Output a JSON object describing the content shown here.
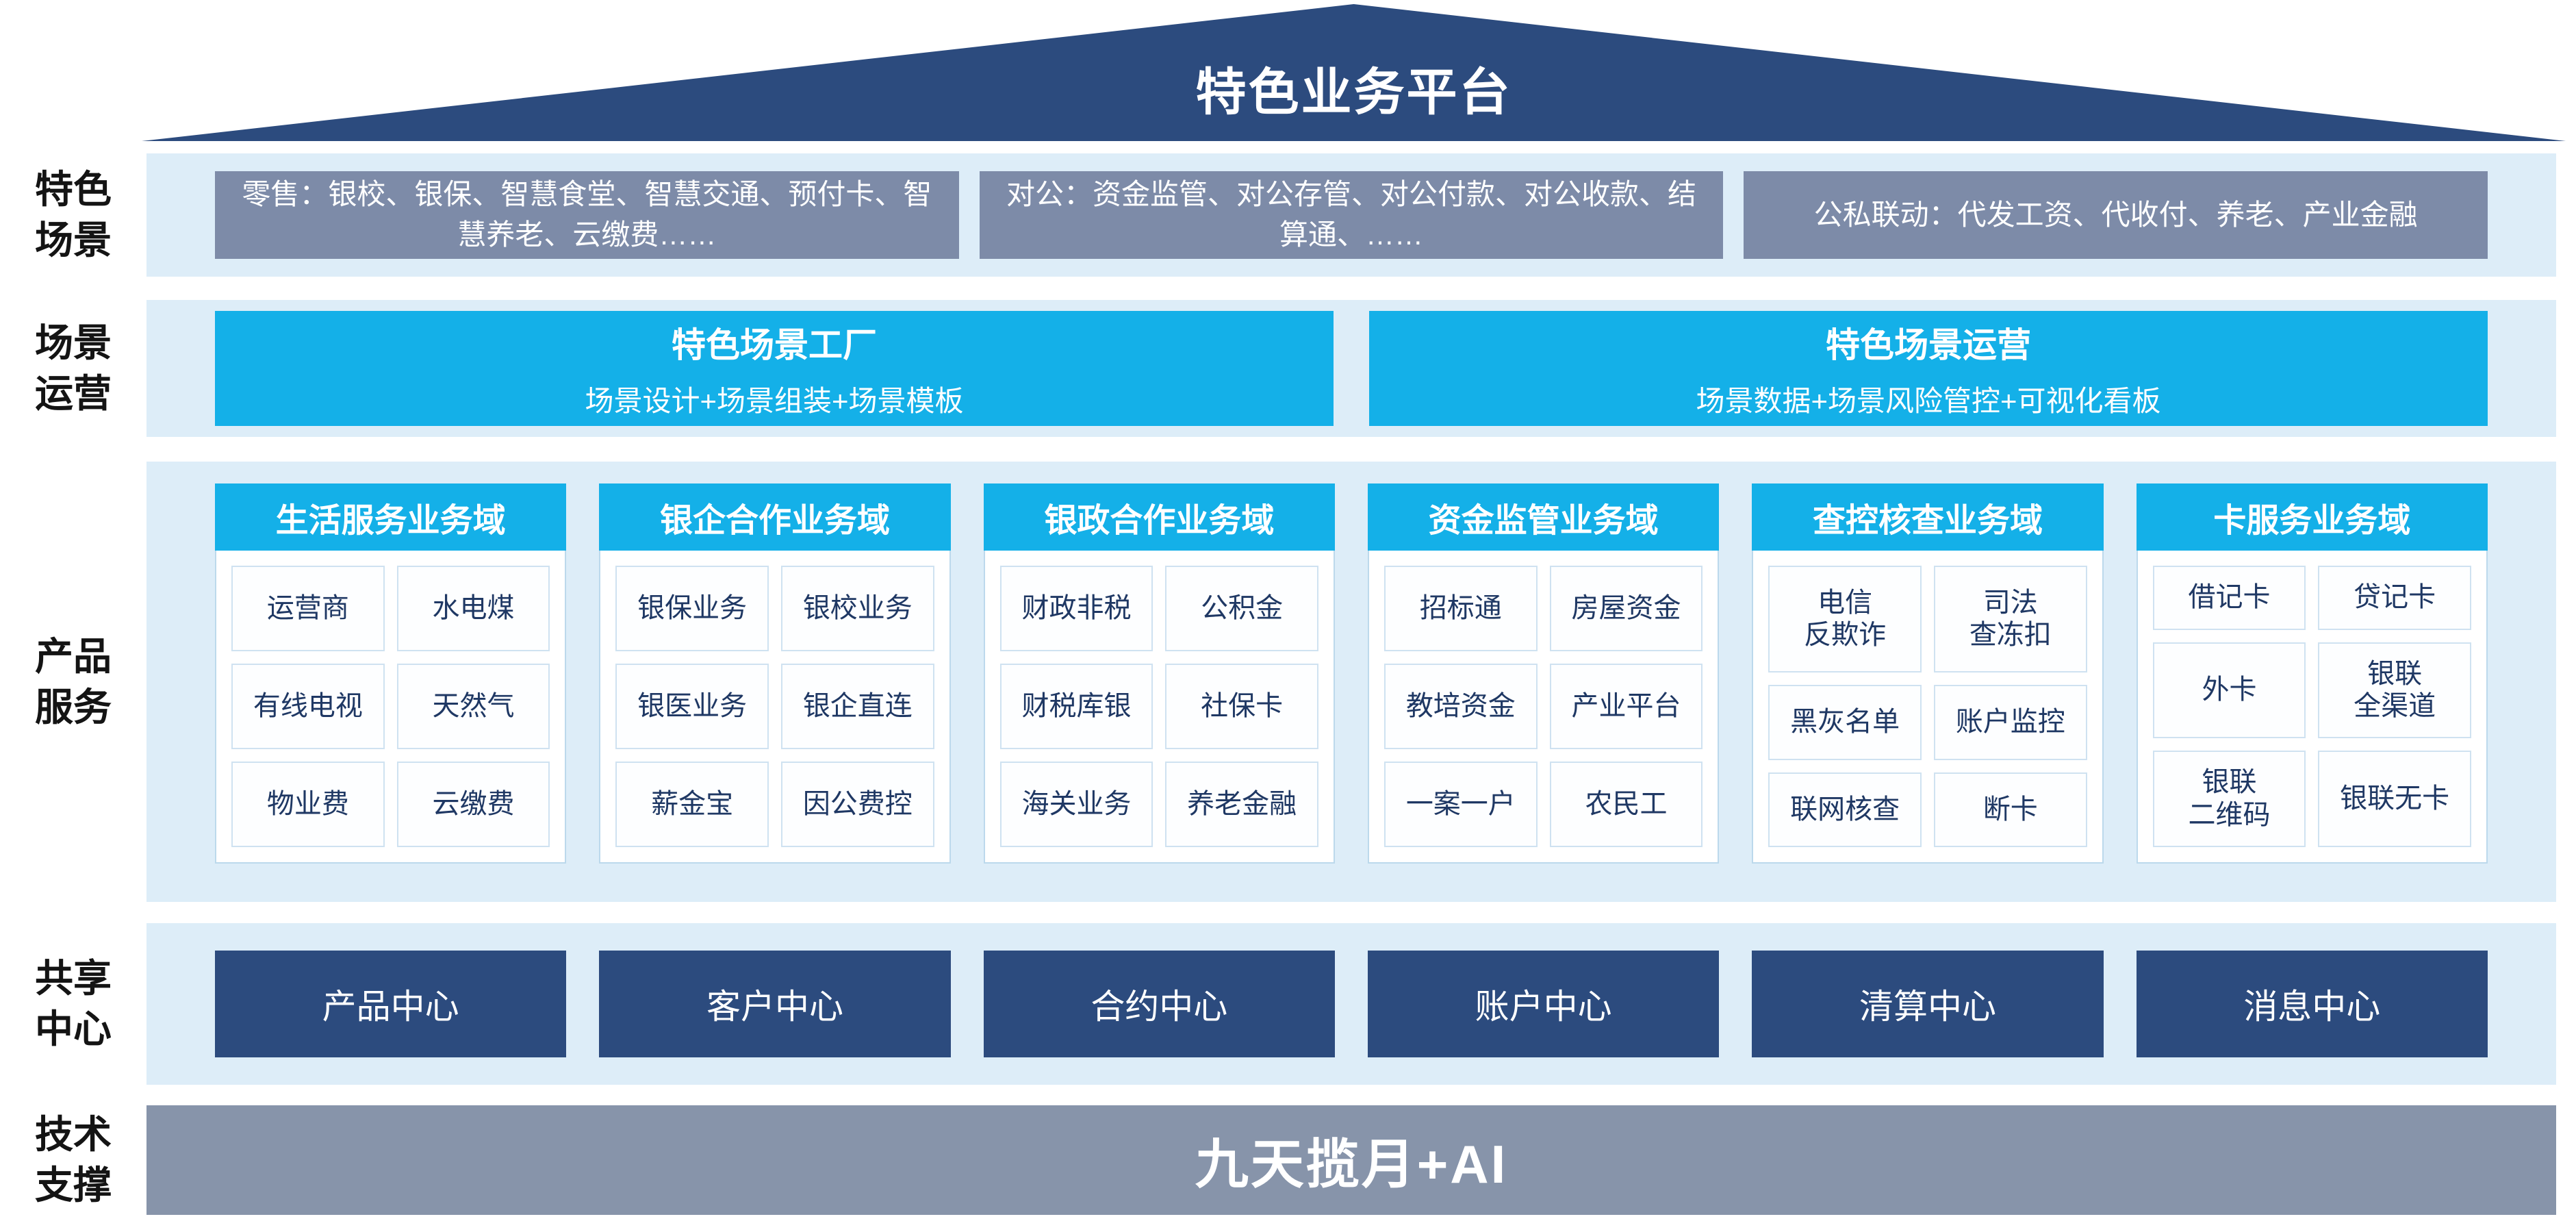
{
  "roof": {
    "title": "特色业务平台"
  },
  "side_labels": {
    "scenes": "特色\n场景",
    "operations": "场景\n运营",
    "products": "产品\n服务",
    "shared": "共享\n中心",
    "tech": "技术\n支撑"
  },
  "scenes": {
    "boxes": [
      "零售：银校、银保、智慧食堂、智慧交通、预付卡、智慧养老、云缴费……",
      "对公：资金监管、对公存管、对公付款、对公收款、结算通、……",
      "公私联动：代发工资、代收付、养老、产业金融"
    ]
  },
  "operations": {
    "boxes": [
      {
        "title": "特色场景工厂",
        "subtitle": "场景设计+场景组装+场景模板"
      },
      {
        "title": "特色场景运营",
        "subtitle": "场景数据+场景风险管控+可视化看板"
      }
    ]
  },
  "products": {
    "domains": [
      {
        "title": "生活服务业务域",
        "cells": [
          "运营商",
          "水电煤",
          "有线电视",
          "天然气",
          "物业费",
          "云缴费"
        ]
      },
      {
        "title": "银企合作业务域",
        "cells": [
          "银保业务",
          "银校业务",
          "银医业务",
          "银企直连",
          "薪金宝",
          "因公费控"
        ]
      },
      {
        "title": "银政合作业务域",
        "cells": [
          "财政非税",
          "公积金",
          "财税库银",
          "社保卡",
          "海关业务",
          "养老金融"
        ]
      },
      {
        "title": "资金监管业务域",
        "cells": [
          "招标通",
          "房屋资金",
          "教培资金",
          "产业平台",
          "一案一户",
          "农民工"
        ]
      },
      {
        "title": "查控核查业务域",
        "cells": [
          "电信\n反欺诈",
          "司法\n查冻扣",
          "黑灰名单",
          "账户监控",
          "联网核查",
          "断卡"
        ]
      },
      {
        "title": "卡服务业务域",
        "cells": [
          "借记卡",
          "贷记卡",
          "外卡",
          "银联\n全渠道",
          "银联\n二维码",
          "银联无卡"
        ]
      }
    ]
  },
  "shared": {
    "centers": [
      "产品中心",
      "客户中心",
      "合约中心",
      "账户中心",
      "清算中心",
      "消息中心"
    ]
  },
  "tech": {
    "bar_label": "九天揽月+AI"
  },
  "colors": {
    "roof_navy": "#2c4b7e",
    "band_light_blue": "#ddedf8",
    "scene_slate": "#7d8ba8",
    "accent_cyan": "#14b0e8",
    "center_navy": "#2c4b7e",
    "tech_gray": "#8794aa",
    "cell_text_navy": "#1f3864"
  }
}
